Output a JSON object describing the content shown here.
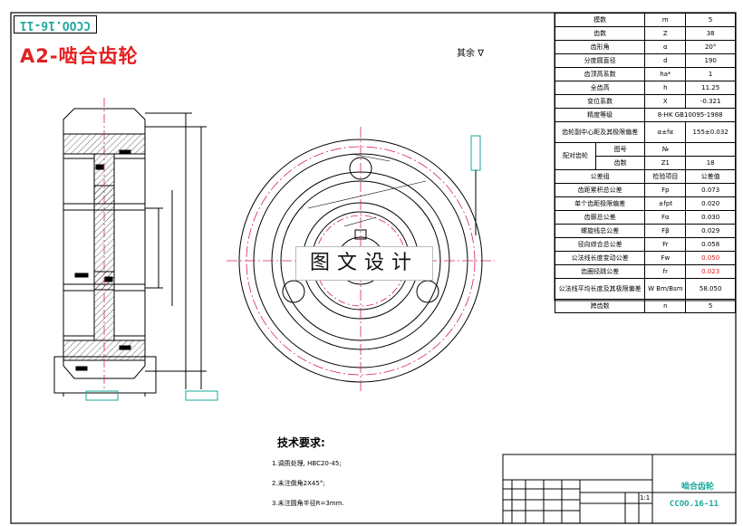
{
  "drawing": {
    "title": "A2-啮合齿轮",
    "stamp": "CCOO.16-11",
    "roughness_note": "其余",
    "watermark": "图文设计"
  },
  "params_table": [
    {
      "label": "模数",
      "symbol": "m",
      "value": "5"
    },
    {
      "label": "齿数",
      "symbol": "Z",
      "value": "38"
    },
    {
      "label": "齿形角",
      "symbol": "α",
      "value": "20°"
    },
    {
      "label": "分度圆直径",
      "symbol": "d",
      "value": "190"
    },
    {
      "label": "齿顶高系数",
      "symbol": "ha*",
      "value": "1"
    },
    {
      "label": "全齿高",
      "symbol": "h",
      "value": "11.25"
    },
    {
      "label": "变位系数",
      "symbol": "X",
      "value": "-0.321"
    },
    {
      "label": "精度等级",
      "value": "8-HK GB10095-1988"
    },
    {
      "label": "齿轮副中心距及其极限偏差",
      "symbol": "α±fα",
      "value": "155±0.032"
    },
    {
      "label": "配对齿轮",
      "sub": [
        {
          "label": "图号",
          "symbol": "№",
          "value": ""
        },
        {
          "label": "齿数",
          "symbol": "Z1",
          "value": "18"
        }
      ]
    },
    {
      "label": "公差组",
      "symbol": "检验项目",
      "value": "公差值"
    },
    {
      "label": "齿距累积总公差",
      "symbol": "Fp",
      "value": "0.073"
    },
    {
      "label": "单个齿距极限偏差",
      "symbol": "±fpt",
      "value": "0.020"
    },
    {
      "label": "齿廓总公差",
      "symbol": "Fα",
      "value": "0.030"
    },
    {
      "label": "螺旋线总公差",
      "symbol": "Fβ",
      "value": "0.029"
    },
    {
      "label": "径向综合总公差",
      "symbol": "Fr",
      "value": "0.058"
    },
    {
      "label": "公法线长度变动公差",
      "symbol": "Fw",
      "value": "0.050",
      "red": true
    },
    {
      "label": "齿圈径跳公差",
      "symbol": "fr",
      "value": "0.023",
      "red": true
    },
    {
      "label": "公法线平均长度及其极限偏差",
      "symbol": "W Bm/Bsm",
      "value": "58.050"
    },
    {
      "label": "跨齿数",
      "symbol": "n",
      "value": "5"
    }
  ],
  "requirements": {
    "title": "技术要求:",
    "items": [
      "1.调质处理, HBC20-45;",
      "2.未注倒角2X45°;",
      "3.未注圆角半径R=3mm."
    ]
  },
  "title_block": {
    "part_name": "啮合齿轮",
    "drawing_no": "CCOO.16-11",
    "scale": "1:1"
  }
}
